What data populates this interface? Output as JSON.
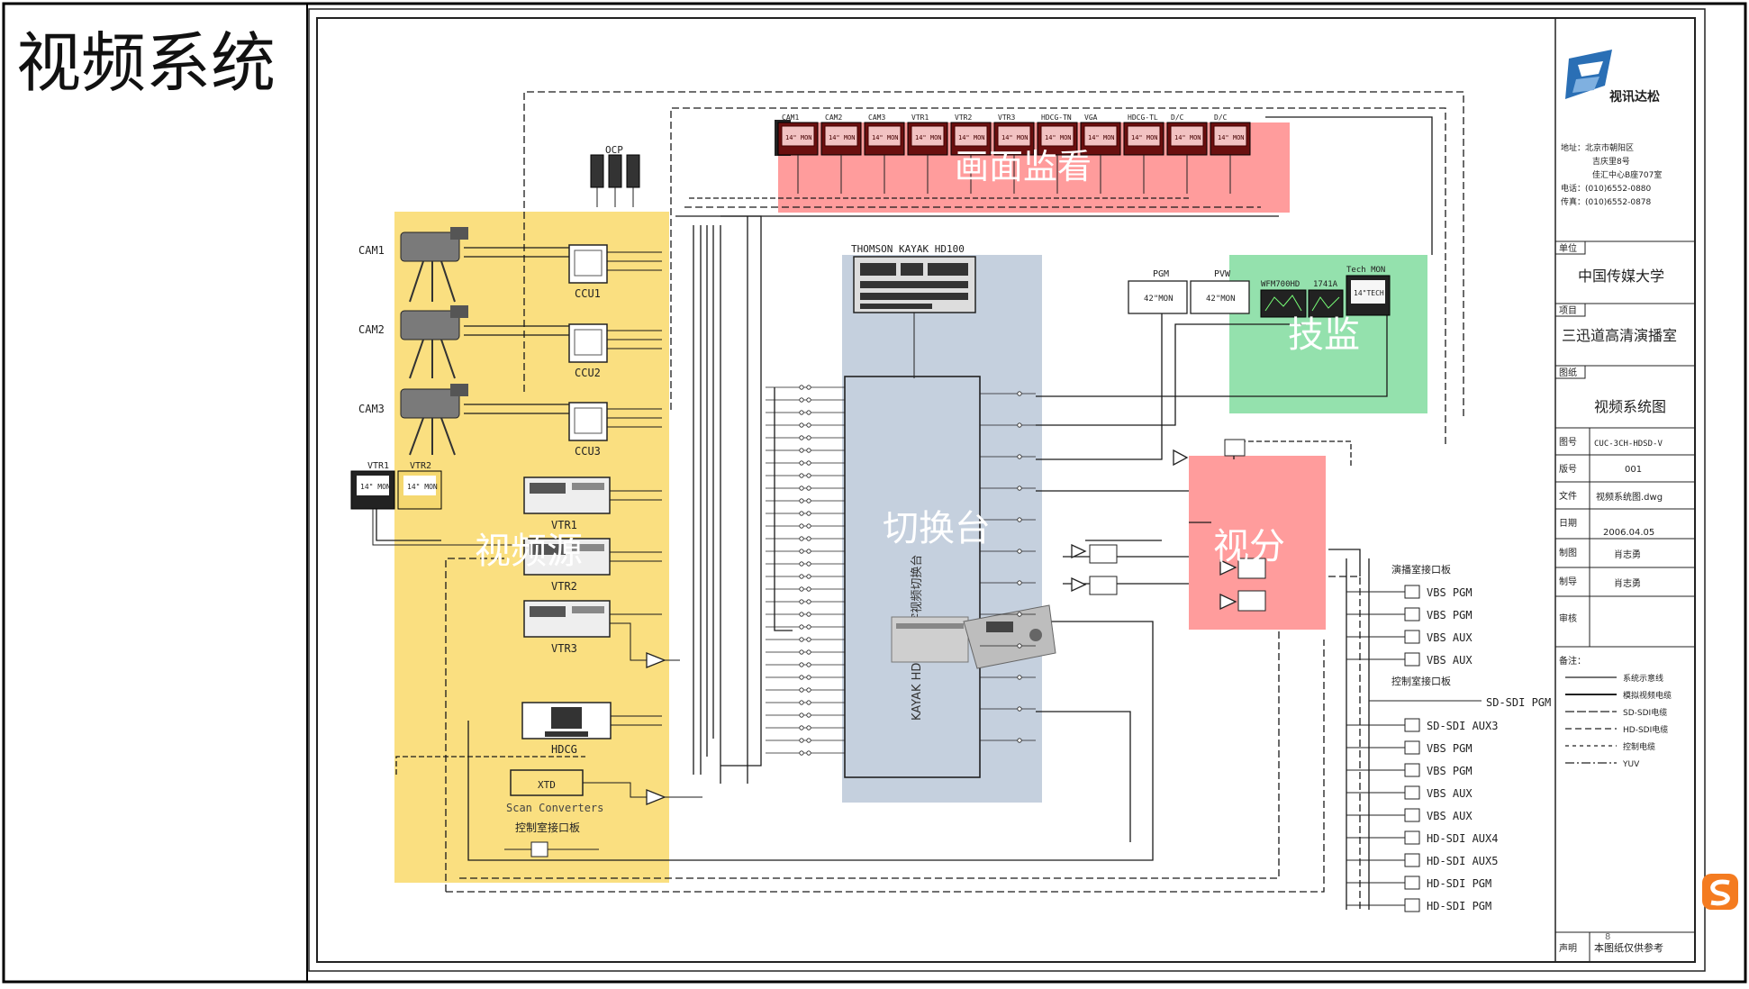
{
  "slide": {
    "title": "视频系统"
  },
  "colors": {
    "source_zone": "#f5c518",
    "monitor_zone": "#ff4a4a",
    "switcher_zone": "#9fb0c8",
    "tech_zone": "#3cc86a",
    "split_zone": "#ff4a4a",
    "line": "#1a1a1a"
  },
  "zones": {
    "sources": "视频源",
    "monitoring": "画面监看",
    "switcher": "切换台",
    "tech_monitor": "技监",
    "split": "视分"
  },
  "cameras": [
    "CAM1",
    "CAM2",
    "CAM3"
  ],
  "ccus": [
    "CCU1",
    "CCU2",
    "CCU3"
  ],
  "ocp_label": "OCP",
  "vtr_monitors": [
    "VTR1",
    "VTR2"
  ],
  "vtr_monitor_size": "14\" MON",
  "vtrs": [
    "VTR1",
    "VTR2",
    "VTR3"
  ],
  "hdcg_label": "HDCG",
  "xtd_label": "XTD",
  "scan_converter_label": "Scan Converters",
  "control_panel_label": "控制室接口板",
  "monitor_wall": {
    "labels": [
      "CAM1",
      "CAM2",
      "CAM3",
      "VTR1",
      "VTR2",
      "VTR3",
      "HDCG-TN",
      "VGA",
      "HDCG-TL",
      "D/C",
      "D/C"
    ],
    "screen_text": "14\" MON"
  },
  "switcher": {
    "title": "THOMSON KAYAK HD100",
    "side_text": "KAYAK HD100 数字视频切换台"
  },
  "tech_monitors": {
    "pgm": "PGM",
    "pvw": "PVW",
    "big_screen": "42\"MON",
    "wfm": "WFM700HD",
    "scope": "1741A",
    "tech_mon": "Tech MON",
    "tech_screen": "14\"TECH"
  },
  "studio_panel_label": "演播室接口板",
  "studio_outputs": [
    "VBS PGM",
    "VBS PGM",
    "VBS AUX",
    "VBS AUX"
  ],
  "control_outputs_label": "控制室接口板",
  "sdsdi_pgm": "SD-SDI PGM",
  "control_outputs": [
    "SD-SDI AUX3",
    "VBS PGM",
    "VBS PGM",
    "VBS AUX",
    "VBS AUX",
    "HD-SDI AUX4",
    "HD-SDI AUX5",
    "HD-SDI PGM",
    "HD-SDI PGM"
  ],
  "title_block": {
    "company": "视讯达松",
    "address_lines": [
      "地址：北京市朝阳区",
      "吉庆里8号",
      "佳汇中心B座707室",
      "电话：(010)6552-0880",
      "传真：(010)6552-0878"
    ],
    "unit_label": "单位",
    "unit": "中国传媒大学",
    "project_label": "项目",
    "project": "三迅道高清演播室",
    "drawing_label": "图纸",
    "drawing": "视频系统图",
    "number_label": "图号",
    "number": "CUC-3CH-HDSD-V",
    "rev_label": "版号",
    "rev": "001",
    "file_label": "文件",
    "file": "视频系统图.dwg",
    "date_label": "日期",
    "date": "2006.04.05",
    "design_label": "制图",
    "designer": "肖志勇",
    "make_label": "制导",
    "maker": "肖志勇",
    "check_label": "审核",
    "notes_label": "备注：",
    "legend": [
      "系统示意线",
      "模拟视频电缆",
      "SD-SDI电缆",
      "HD-SDI电缆",
      "控制电缆",
      "YUV"
    ],
    "statement_label": "声明",
    "statement": "本图纸仅供参考"
  },
  "page_number": "8"
}
